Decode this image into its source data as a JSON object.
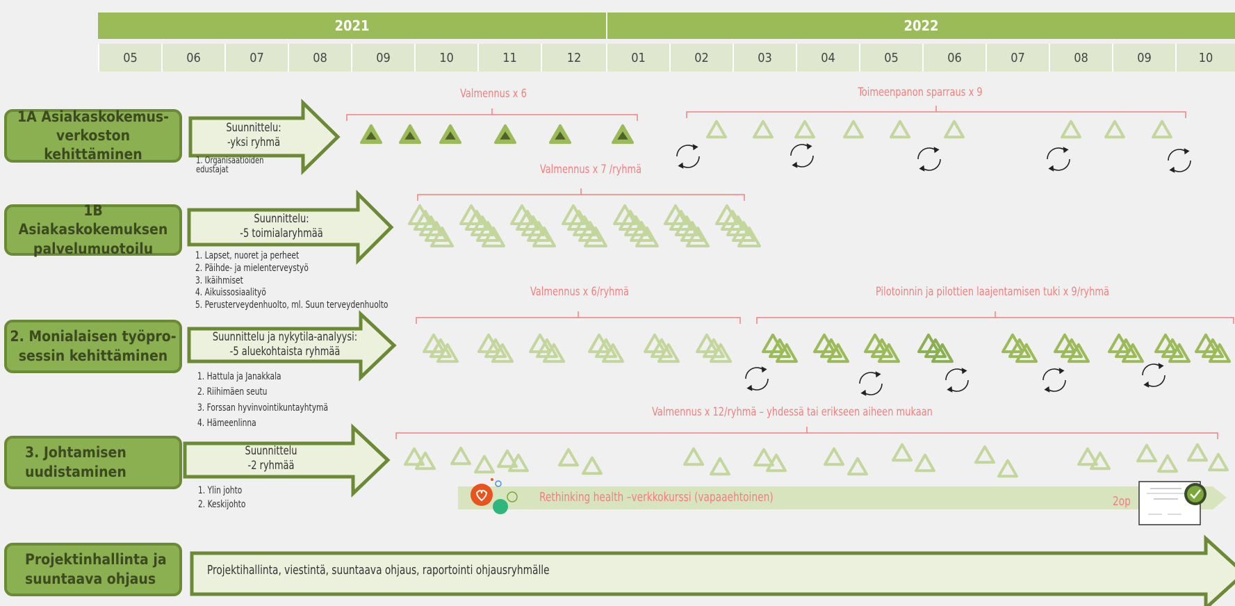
{
  "years": [
    "2021",
    "2022"
  ],
  "months": [
    "05",
    "06",
    "07",
    "08",
    "09",
    "10",
    "11",
    "12",
    "01",
    "02",
    "03",
    "04",
    "05",
    "06",
    "07",
    "08",
    "09",
    "10"
  ],
  "lanes": [
    {
      "title_line1": "1A Asiakaskokemus-",
      "title_line2": "verkoston kehittäminen",
      "planning_line1": "Suunnittelu:",
      "planning_line2": "-yksi ryhmä",
      "groups": [
        "1. Organisaatioiden",
        "edustajat"
      ]
    },
    {
      "title_line1": "1B Asiakaskokemuksen",
      "title_line2": "palvelumuotoilu",
      "planning_line1": "Suunnittelu:",
      "planning_line2": "-5 toimialaryhmää",
      "groups": [
        "1. Lapset, nuoret ja perheet",
        "2. Päihde- ja mielenterveystyö",
        "3. Ikäihmiset",
        "4. Aikuissosiaalityö",
        "5. Perusterveydenhuolto,  ml. Suun terveydenhuolto"
      ]
    },
    {
      "title_line1": "2. Monialaisen työpro-",
      "title_line2": "sessin kehittäminen",
      "planning_line1": "Suunnittelu ja nykytila-analyysi:",
      "planning_line2": "-5 aluekohtaista ryhmää",
      "groups": [
        "1. Hattula ja Janakkala",
        "2. Riihimäen seutu",
        "3. Forssan hyvinvointikuntayhtymä",
        "4. Hämeenlinna"
      ]
    },
    {
      "title_line1": "3. Johtamisen",
      "title_line2": "uudistaminen",
      "planning_line1": "Suunnittelu",
      "planning_line2": "-2 ryhmää",
      "groups": [
        "1. Ylin johto",
        "2. Keskijohto"
      ]
    },
    {
      "title_line1": "Projektinhallinta ja",
      "title_line2": "suuntaava ohjaus",
      "description": "Projektihallinta, viestintä, suuntaava ohjaus, raportointi ohjausryhmälle"
    }
  ],
  "brackets": [
    "Valmennus x 6",
    "Toimeenpanon sparraus x 9",
    "Valmennus x 7 /ryhmä",
    "Valmennus x 6/ryhmä",
    "Pilotoinnin ja pilottien laajentamisen tuki x 9/ryhmä",
    "Valmennus x 12/ryhmä – yhdessä tai erikseen aiheen mukaan"
  ],
  "course": {
    "label": "Rethinking health –verkkokurssi (vapaaehtoinen)",
    "credits": "2op"
  },
  "colors": {
    "green_dark": "#6b8a35",
    "green_mid": "#9bbb59",
    "green_light": "#ebf1dd",
    "salmon": "#f08080"
  }
}
